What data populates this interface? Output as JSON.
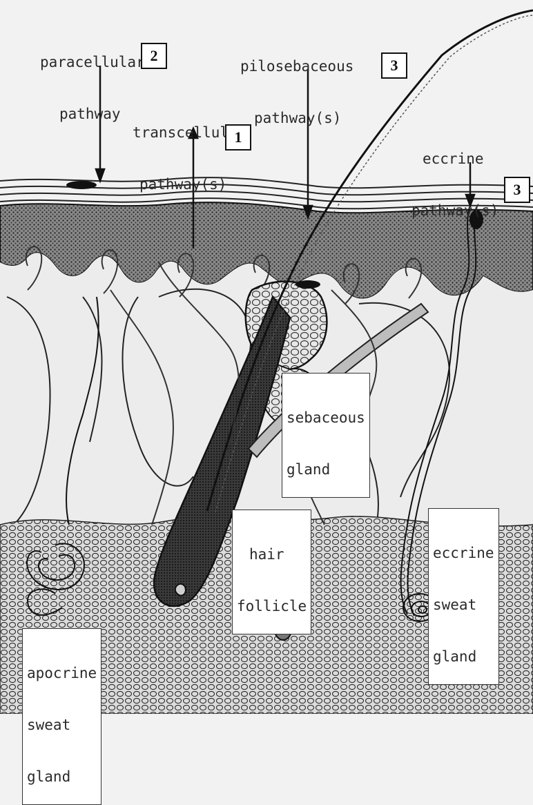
{
  "labels": {
    "paracellular": [
      "paracellular",
      "pathway"
    ],
    "transcellular": [
      "transcellular",
      "pathway(s)"
    ],
    "pilosebaceous": [
      "pilosebaceous",
      "pathway(s)"
    ],
    "eccrine_pathway": [
      "eccrine",
      "pathway(s)"
    ],
    "sebaceous_gland": [
      "sebaceous",
      "gland"
    ],
    "hair_follicle": [
      "hair",
      "follicle"
    ],
    "eccrine_sweat_gland": [
      "eccrine",
      "sweat",
      "gland"
    ],
    "apocrine_sweat_gland": [
      "apocrine",
      "sweat",
      "gland"
    ]
  },
  "numbers": {
    "paracellular": "2",
    "transcellular": "1",
    "pilosebaceous": "3",
    "eccrine": "3"
  },
  "colors": {
    "ink": "#1a1a1a",
    "background": "#f2f2f2",
    "box_fill": "#ffffff"
  }
}
